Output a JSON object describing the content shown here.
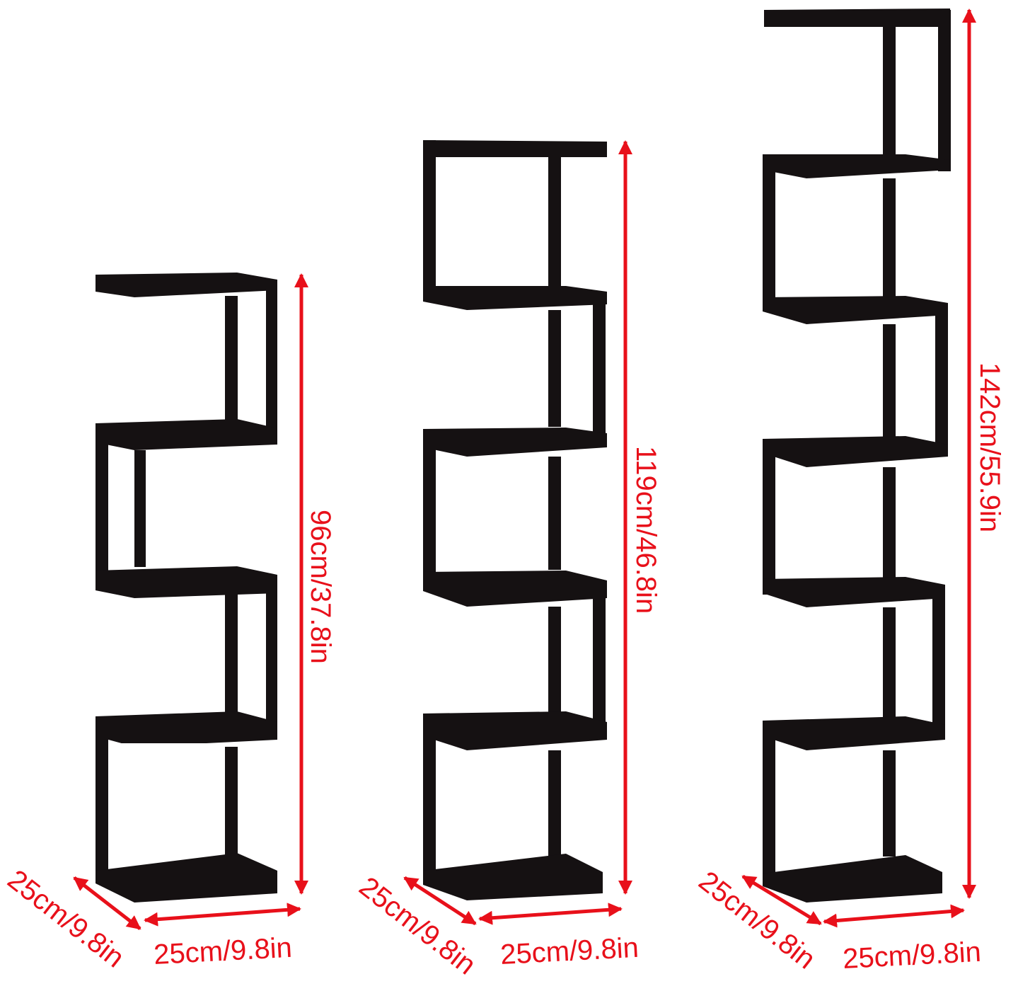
{
  "colors": {
    "shelf": "#151112",
    "shelf_top": "#231c1c",
    "dimension": "#e8101a",
    "background": "#ffffff"
  },
  "shelves": [
    {
      "id": "small",
      "tiers": 5,
      "height_label": "96cm/37.8in",
      "depth_label": "25cm/9.8in",
      "width_label": "25cm/9.8in"
    },
    {
      "id": "medium",
      "tiers": 6,
      "height_label": "119cm/46.8in",
      "depth_label": "25cm/9.8in",
      "width_label": "25cm/9.8in"
    },
    {
      "id": "large",
      "tiers": 7,
      "height_label": "142cm/55.9in",
      "depth_label": "25cm/9.8in",
      "width_label": "25cm/9.8in"
    }
  ]
}
